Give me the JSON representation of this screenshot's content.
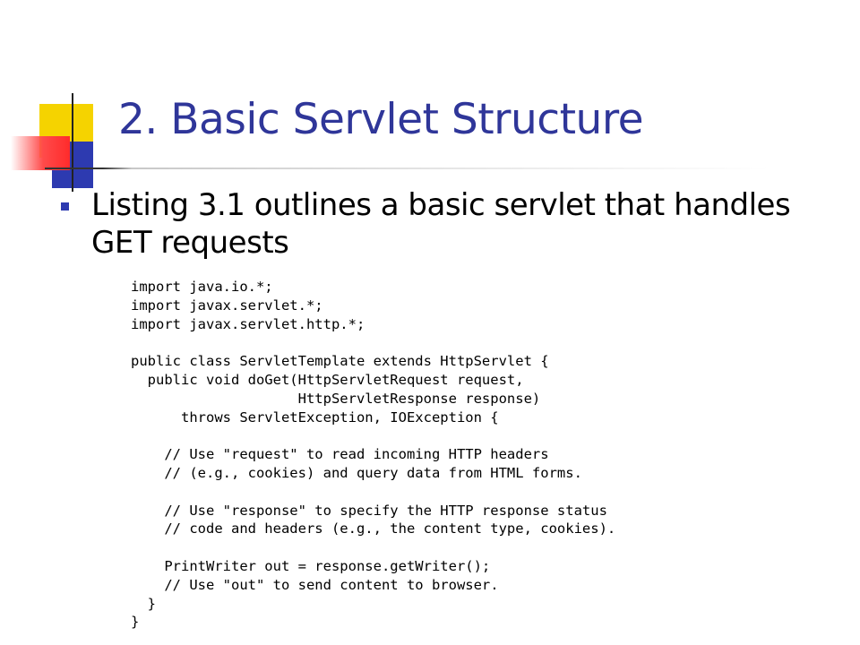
{
  "slide": {
    "title": "2. Basic Servlet Structure",
    "bullet": "Listing 3.1 outlines a basic servlet that handles GET requests",
    "code_lines": [
      "import java.io.*;",
      "import javax.servlet.*;",
      "import javax.servlet.http.*;",
      "",
      "public class ServletTemplate extends HttpServlet {",
      "  public void doGet(HttpServletRequest request,",
      "                    HttpServletResponse response)",
      "      throws ServletException, IOException {",
      "",
      "    // Use \"request\" to read incoming HTTP headers",
      "    // (e.g., cookies) and query data from HTML forms.",
      "",
      "    // Use \"response\" to specify the HTTP response status",
      "    // code and headers (e.g., the content type, cookies).",
      "",
      "    PrintWriter out = response.getWriter();",
      "    // Use \"out\" to send content to browser.",
      "  }",
      "}"
    ]
  },
  "colors": {
    "title": "#2f3699",
    "accent_blue": "#2d3ab0",
    "accent_yellow": "#f5d300",
    "accent_red": "#ff2b2b"
  },
  "icons": {
    "bullet": "square-bullet-icon",
    "logo": "slide-logo-icon"
  }
}
